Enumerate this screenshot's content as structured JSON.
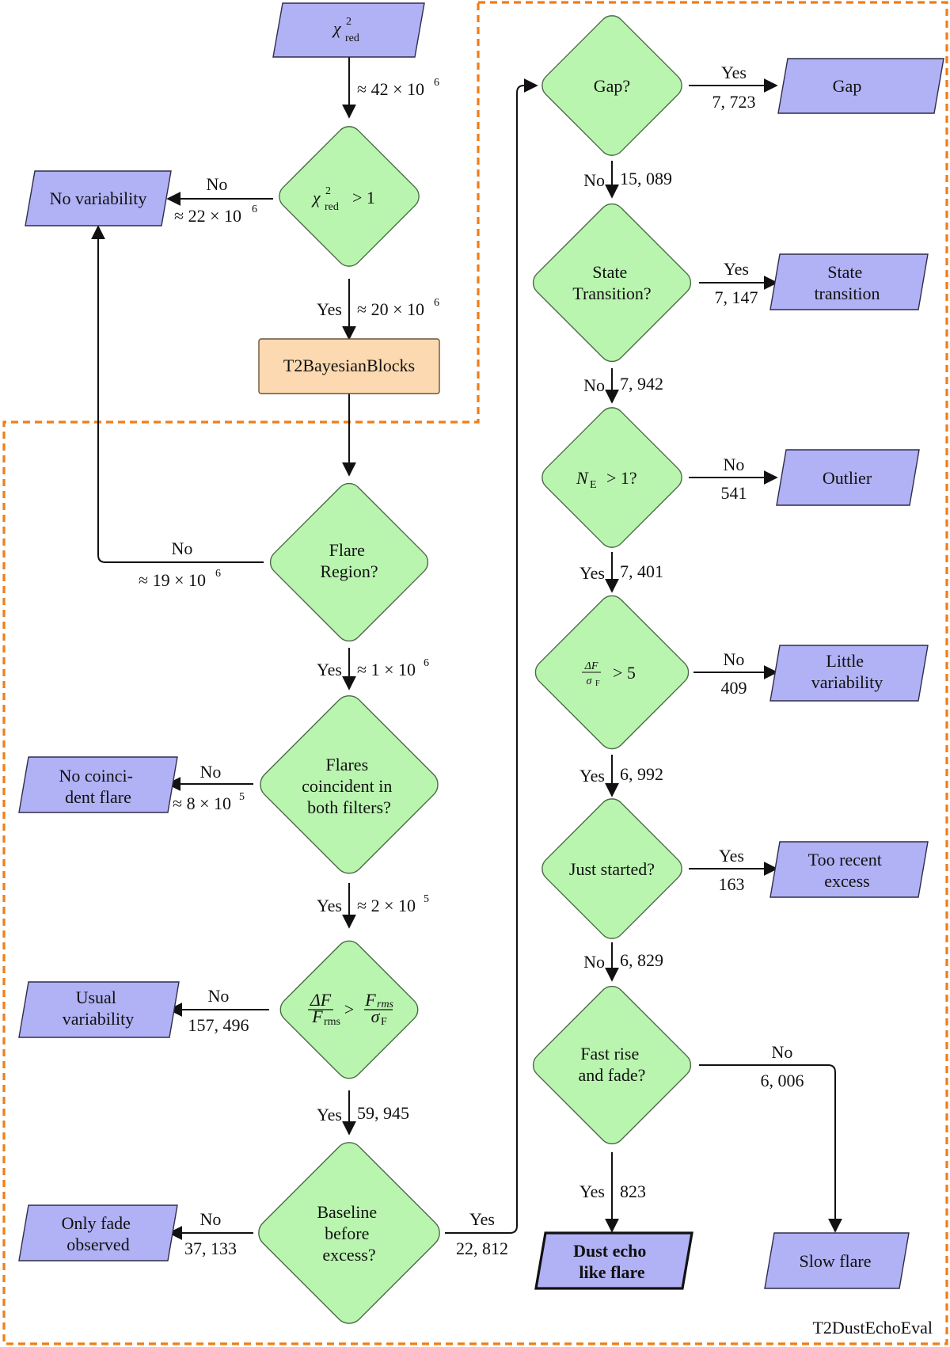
{
  "frames": {
    "t2bayesianblocks": "",
    "t2dustechoeval": "T2DustEchoEval"
  },
  "nodes": {
    "input": {
      "label": "χ",
      "sup": "2",
      "sub": "red"
    },
    "chi_test": {
      "label": "χ",
      "sup": "2",
      "sub": "red",
      "tail": "> 1"
    },
    "no_var": {
      "label": "No variability"
    },
    "bayes": {
      "label": "T2BayesianBlocks"
    },
    "flare_region": {
      "lines": [
        "Flare",
        "Region?"
      ]
    },
    "coincident": {
      "lines": [
        "Flares",
        "coincident in",
        "both filters?"
      ]
    },
    "no_coinc": {
      "lines": [
        "No coinci-",
        "dent flare"
      ]
    },
    "usual_test": {
      "num": "ΔF",
      "den": "F",
      "den_sub": "rms",
      "op": ">",
      "num2": "F",
      "num2_sub": "rms",
      "den2": "σ",
      "den2_sub": "F"
    },
    "usual_var": {
      "lines": [
        "Usual",
        "variability"
      ]
    },
    "baseline": {
      "lines": [
        "Baseline",
        "before",
        "excess?"
      ]
    },
    "only_fade": {
      "lines": [
        "Only fade",
        "observed"
      ]
    },
    "gap_q": {
      "lines": [
        "Gap?"
      ]
    },
    "gap": {
      "label": "Gap"
    },
    "state_q": {
      "lines": [
        "State",
        "Transition?"
      ]
    },
    "state": {
      "lines": [
        "State",
        "transition"
      ]
    },
    "ne_q": {
      "label": "N",
      "sub": "E",
      "tail": "> 1?"
    },
    "outlier": {
      "label": "Outlier"
    },
    "df_test": {
      "num": "ΔF",
      "den": "σ",
      "den_sub": "F",
      "tail": "> 5"
    },
    "little": {
      "lines": [
        "Little",
        "variability"
      ]
    },
    "just_q": {
      "lines": [
        "Just started?"
      ]
    },
    "recent": {
      "lines": [
        "Too recent",
        "excess"
      ]
    },
    "fast_q": {
      "lines": [
        "Fast rise",
        "and fade?"
      ]
    },
    "dust": {
      "lines": [
        "Dust echo",
        "like flare"
      ]
    },
    "slow": {
      "label": "Slow flare"
    }
  },
  "edges": {
    "input_chi": {
      "answer": "",
      "count": "≈ 42 × 10",
      "exp": "6"
    },
    "chi_novar": {
      "answer": "No",
      "count": "≈ 22 × 10",
      "exp": "6"
    },
    "chi_bayes": {
      "answer": "Yes",
      "count": "≈ 20 × 10",
      "exp": "6"
    },
    "flare_novar": {
      "answer": "No",
      "count": "≈ 19 × 10",
      "exp": "6"
    },
    "flare_coinc": {
      "answer": "Yes",
      "count": "≈ 1 × 10",
      "exp": "6"
    },
    "coinc_no": {
      "answer": "No",
      "count": "≈ 8 × 10",
      "exp": "5"
    },
    "coinc_usual": {
      "answer": "Yes",
      "count": "≈ 2 × 10",
      "exp": "5"
    },
    "usual_no": {
      "answer": "No",
      "count": "157, 496"
    },
    "usual_baseline": {
      "answer": "Yes",
      "count": "59, 945"
    },
    "baseline_no": {
      "answer": "No",
      "count": "37, 133"
    },
    "baseline_gap": {
      "answer": "Yes",
      "count": "22, 812"
    },
    "gap_yes": {
      "answer": "Yes",
      "count": "7, 723"
    },
    "gap_no": {
      "answer": "No",
      "count": "15, 089"
    },
    "state_yes": {
      "answer": "Yes",
      "count": "7, 147"
    },
    "state_no": {
      "answer": "No",
      "count": "7, 942"
    },
    "ne_no": {
      "answer": "No",
      "count": "541"
    },
    "ne_yes": {
      "answer": "Yes",
      "count": "7, 401"
    },
    "df_no": {
      "answer": "No",
      "count": "409"
    },
    "df_yes": {
      "answer": "Yes",
      "count": "6, 992"
    },
    "just_yes": {
      "answer": "Yes",
      "count": "163"
    },
    "just_no": {
      "answer": "No",
      "count": "6, 829"
    },
    "fast_no": {
      "answer": "No",
      "count": "6, 006"
    },
    "fast_yes": {
      "answer": "Yes",
      "count": "823"
    }
  },
  "colors": {
    "decision": "#baf5b0",
    "io": "#b1b1f5",
    "process": "#fcd9b0",
    "frame": "#f07d18"
  }
}
